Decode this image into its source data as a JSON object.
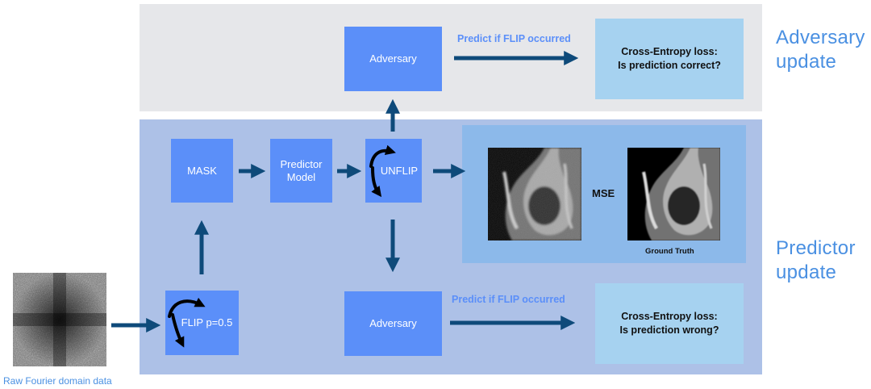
{
  "labels": {
    "adversary_update": "Adversary\nupdate",
    "predictor_update": "Predictor\nupdate",
    "raw_data": "Raw Fourier domain data",
    "ground_truth": "Ground Truth",
    "mse": "MSE"
  },
  "boxes": {
    "mask": "MASK",
    "predictor_model": "Predictor\nModel",
    "unflip": "UNFLIP",
    "flip": "FLIP p=0.5",
    "adversary_top": "Adversary",
    "adversary_bottom": "Adversary"
  },
  "predict_text": {
    "top": "Predict if FLIP occurred",
    "bottom": "Predict if FLIP occurred"
  },
  "loss": {
    "top": "Cross-Entropy loss:\nIs prediction correct?",
    "bottom": "Cross-Entropy loss:\nIs prediction wrong?"
  },
  "colors": {
    "arrow": "#0e4a7a",
    "box": "#5b8ff9",
    "loss_box": "#a6d2f0",
    "panel_adversary": "#e6e7ea",
    "panel_predictor": "#adc1e7",
    "side_label": "#4a90e2"
  }
}
